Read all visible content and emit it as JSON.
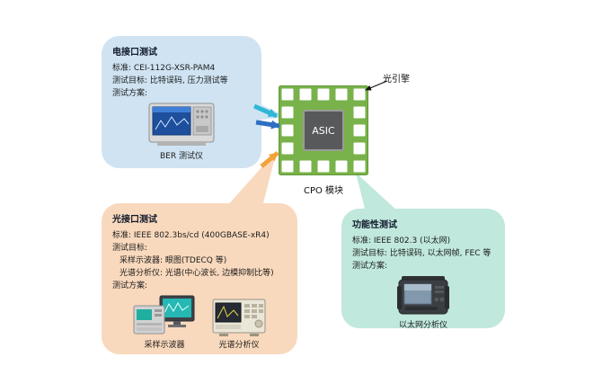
{
  "colors": {
    "electrical_bubble": "#cfe3f2",
    "optical_bubble": "#f9d9bd",
    "functional_bubble": "#c0e8dc",
    "module_green": "#79b24a",
    "asic_gray": "#58595b",
    "arrow_cyan": "#2fb7d6",
    "arrow_blue": "#2e6fc4",
    "arrow_orange": "#f2a23b"
  },
  "module": {
    "chip_label": "ASIC",
    "caption": "CPO 模块",
    "engine_label": "光引擎"
  },
  "electrical": {
    "title": "电接口测试",
    "lines": [
      "标准: CEI-112G-XSR-PAM4",
      "测试目标: 比特误码, 压力测试等",
      "测试方案:"
    ],
    "instrument": "BER 测试仪"
  },
  "optical": {
    "title": "光接口测试",
    "lines": [
      "标准: IEEE 802.3bs/cd (400GBASE-xR4)",
      "测试目标:",
      "采样示波器: 眼图(TDECQ 等)",
      "光谱分析仪: 光谱(中心波长, 边模抑制比等)",
      "测试方案:"
    ],
    "instruments": [
      "采样示波器",
      "光谱分析仪"
    ]
  },
  "functional": {
    "title": "功能性测试",
    "lines": [
      "标准: IEEE 802.3 (以太网)",
      "测试目标: 比特误码, 以太网帧, FEC 等",
      "测试方案:"
    ],
    "instrument": "以太网分析仪"
  }
}
